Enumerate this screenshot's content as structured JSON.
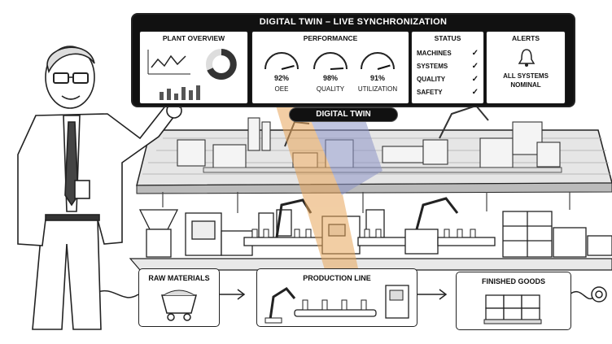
{
  "dashboard": {
    "title": "DIGITAL TWIN – LIVE SYNCHRONIZATION",
    "plant_overview": {
      "title": "PLANT OVERVIEW"
    },
    "performance": {
      "title": "PERFORMANCE",
      "gauges": [
        {
          "value": "92%",
          "label": "OEE",
          "level": 0.92
        },
        {
          "value": "98%",
          "label": "QUALITY",
          "level": 0.98
        },
        {
          "value": "91%",
          "label": "UTILIZATION",
          "level": 0.91
        }
      ]
    },
    "status": {
      "title": "STATUS",
      "items": [
        {
          "label": "MACHINES",
          "check": "✓"
        },
        {
          "label": "SYSTEMS",
          "check": "✓"
        },
        {
          "label": "QUALITY",
          "check": "✓"
        },
        {
          "label": "SAFETY",
          "check": "✓"
        }
      ]
    },
    "alerts": {
      "title": "ALERTS",
      "message_line1": "ALL SYSTEMS",
      "message_line2": "NOMINAL",
      "icon": "bell-icon"
    }
  },
  "twin_banner": "DIGITAL TWIN",
  "flow": {
    "raw_materials": "RAW MATERIALS",
    "production_line": "PRODUCTION LINE",
    "finished_goods": "FINISHED GOODS"
  },
  "colors": {
    "ink": "#111111",
    "paper": "#ffffff",
    "twin_glow": "#c9c9c9",
    "watermark_orange": "#e8a55a",
    "watermark_blue": "#8e96c8"
  }
}
